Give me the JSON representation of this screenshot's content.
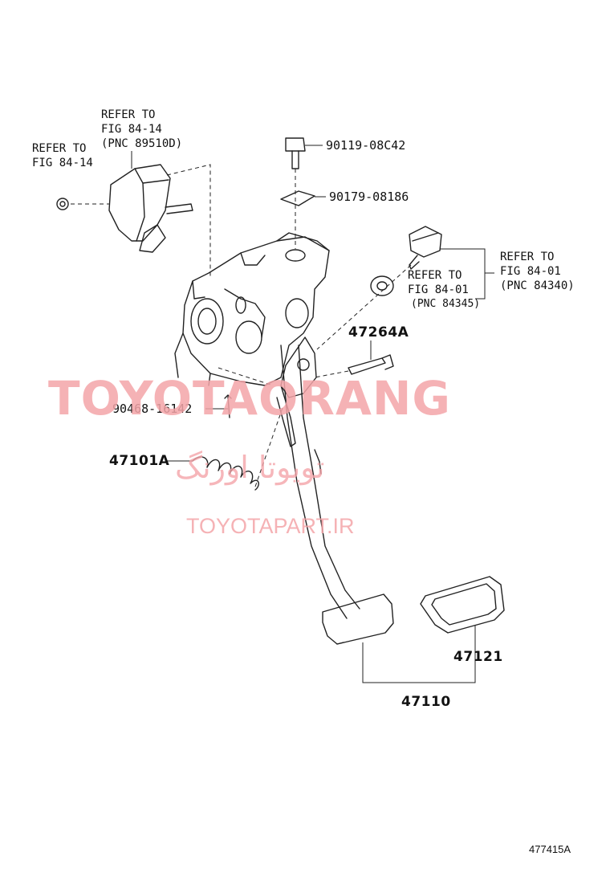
{
  "labels": {
    "ref_sensor_top": "REFER TO\nFIG 84-14\n(PNC 89510D)",
    "ref_sensor_left": "REFER TO\nFIG 84-14",
    "bolt": "90119-08C42",
    "retainer": "90179-08186",
    "ref_switch_right": "REFER TO\nFIG 84-01\n(PNC 84340)",
    "ref_stopper": "REFER TO\nFIG 84-01",
    "ref_stopper_pnc": "(PNC 84345)",
    "pin": "47264A",
    "bushing": "90468-16142",
    "spring": "47101A",
    "pad": "47121",
    "pedal": "47110",
    "drawing_code": "477415A"
  },
  "watermarks": {
    "brand": "TOYOTAORANG",
    "persian": "تویوتا اورنگ",
    "site": "TOYOTAPART.IR"
  },
  "colors": {
    "line": "#222222",
    "watermark": "#f4a5a9"
  }
}
